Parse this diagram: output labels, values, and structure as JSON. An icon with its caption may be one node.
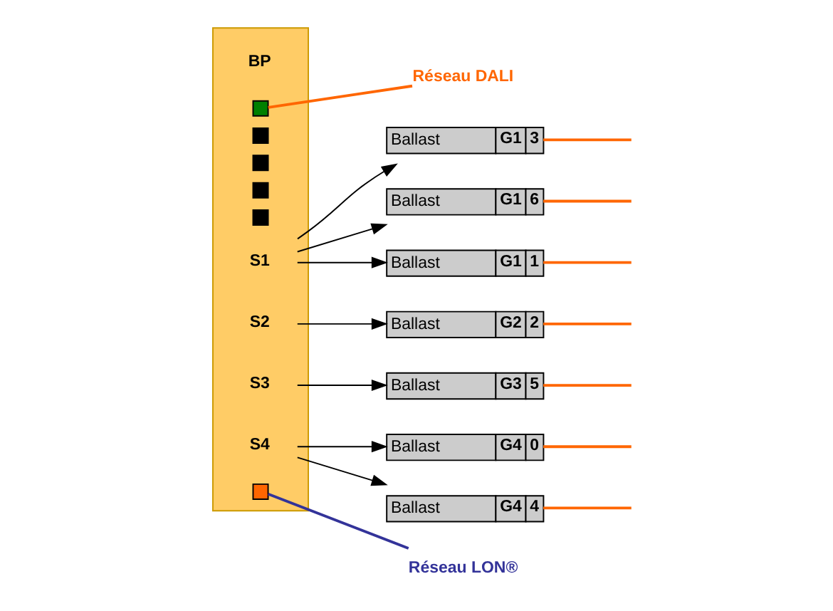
{
  "diagram": {
    "nodes": [
      {
        "text": [
          "Réseau DALI"
        ]
      },
      {
        "text": [],
        "shape": "box"
      },
      {
        "text": [
          "BP"
        ],
        "in": 1
      },
      {
        "text": [],
        "shape": "box",
        "in": 1
      },
      {
        "text": [],
        "shape": "box",
        "in": 1
      },
      {
        "text": [],
        "shape": "box",
        "in": 1
      },
      {
        "text": [],
        "shape": "box",
        "in": 1
      },
      {
        "text": [],
        "shape": "box",
        "in": 1
      },
      {
        "text": [
          "S1"
        ],
        "in": 1
      },
      {
        "text": [
          "S2"
        ],
        "in": 1
      },
      {
        "text": [
          "S3"
        ],
        "in": 1
      },
      {
        "text": [
          "S4"
        ],
        "in": 1
      },
      {
        "text": [],
        "shape": "box",
        "in": 1
      },
      {
        "text": [
          "Ballast",
          "G1",
          "3"
        ]
      },
      {
        "text": [
          "Ballast",
          "G1",
          "6"
        ]
      },
      {
        "text": [
          "Ballast",
          "G1",
          "1"
        ]
      },
      {
        "text": [
          "Ballast",
          "G2",
          "2"
        ]
      },
      {
        "text": [
          "Ballast",
          "G3",
          "5"
        ]
      },
      {
        "text": [
          "Ballast",
          "G4",
          "0"
        ]
      },
      {
        "text": [
          "Ballast",
          "G4",
          "4"
        ]
      },
      {
        "text": [
          "Réseau LON®"
        ]
      }
    ],
    "edges": [
      {
        "from": 3,
        "to": 0,
        "arrow": "none"
      },
      {
        "from": 8,
        "to": 13,
        "arrow": "to",
        "color": "#000000"
      },
      {
        "from": 8,
        "to": 14,
        "arrow": "to",
        "color": "#000000"
      },
      {
        "from": 8,
        "to": 15,
        "arrow": "to",
        "color": "#000000"
      },
      {
        "from": 9,
        "to": 16,
        "arrow": "to",
        "color": "#000000"
      },
      {
        "from": 10,
        "to": 17,
        "arrow": "to",
        "color": "#000000"
      },
      {
        "from": 11,
        "to": 18,
        "arrow": "to",
        "color": "#000000"
      },
      {
        "from": 11,
        "to": 19,
        "arrow": "to",
        "color": "#000000"
      },
      {
        "from": 13,
        "to": null,
        "arrow": "none"
      },
      {
        "from": 14,
        "to": null,
        "arrow": "none"
      },
      {
        "from": 15,
        "to": null,
        "arrow": "none"
      },
      {
        "from": 16,
        "to": null,
        "arrow": "none"
      },
      {
        "from": 17,
        "to": null,
        "arrow": "none"
      },
      {
        "from": 18,
        "to": null,
        "arrow": "none"
      },
      {
        "from": 19,
        "to": null,
        "arrow": "none"
      },
      {
        "from": 12,
        "to": 20,
        "arrow": "none",
        "color": "#333399"
      }
    ]
  }
}
